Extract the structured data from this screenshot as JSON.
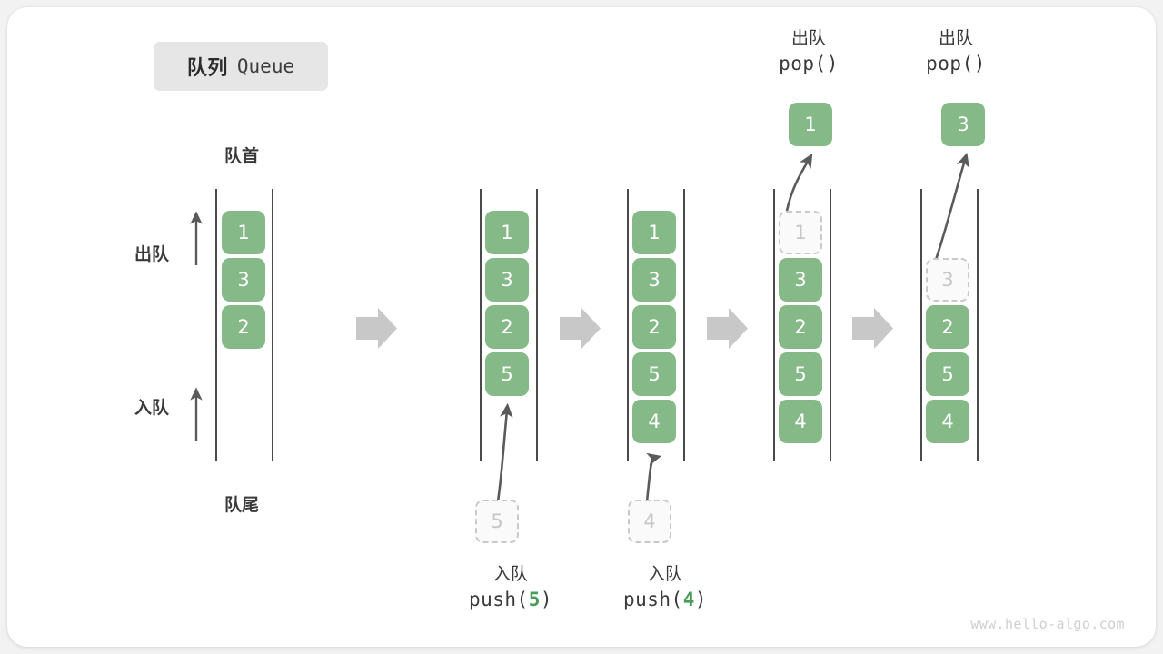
{
  "title": {
    "cn": "队列",
    "en": "Queue"
  },
  "labels": {
    "head": "队首",
    "tail": "队尾",
    "dequeue": "出队",
    "enqueue": "入队"
  },
  "watermark": "www.hello-algo.com",
  "colors": {
    "cell_green": "#85ba88",
    "ghost_border": "#c9c9c9",
    "ghost_text": "#c6c6c6",
    "arrow_gray": "#c8c8c8",
    "rail": "#4a4a4a",
    "text": "#3a3a3a",
    "chip_bg": "#e6e6e6",
    "accent_number": "#4a9d57"
  },
  "operations": {
    "push5": {
      "cn": "入队",
      "code_prefix": "push(",
      "arg": "5",
      "code_suffix": ")"
    },
    "push4": {
      "cn": "入队",
      "code_prefix": "push(",
      "arg": "4",
      "code_suffix": ")"
    },
    "pop1": {
      "cn": "出队",
      "code": "pop()"
    },
    "pop2": {
      "cn": "出队",
      "code": "pop()"
    }
  },
  "stages": [
    {
      "name": "initial",
      "cells": [
        {
          "value": "1",
          "state": "solid"
        },
        {
          "value": "3",
          "state": "solid"
        },
        {
          "value": "2",
          "state": "solid"
        }
      ],
      "incoming": null,
      "outgoing": null
    },
    {
      "name": "after-push-5",
      "cells": [
        {
          "value": "1",
          "state": "solid"
        },
        {
          "value": "3",
          "state": "solid"
        },
        {
          "value": "2",
          "state": "solid"
        },
        {
          "value": "5",
          "state": "solid"
        }
      ],
      "incoming": {
        "value": "5",
        "state": "ghost"
      },
      "outgoing": null
    },
    {
      "name": "after-push-4",
      "cells": [
        {
          "value": "1",
          "state": "solid"
        },
        {
          "value": "3",
          "state": "solid"
        },
        {
          "value": "2",
          "state": "solid"
        },
        {
          "value": "5",
          "state": "solid"
        },
        {
          "value": "4",
          "state": "solid"
        }
      ],
      "incoming": {
        "value": "4",
        "state": "ghost"
      },
      "outgoing": null
    },
    {
      "name": "after-pop-1",
      "cells": [
        {
          "value": "1",
          "state": "ghost"
        },
        {
          "value": "3",
          "state": "solid"
        },
        {
          "value": "2",
          "state": "solid"
        },
        {
          "value": "5",
          "state": "solid"
        },
        {
          "value": "4",
          "state": "solid"
        }
      ],
      "incoming": null,
      "outgoing": {
        "value": "1",
        "state": "solid"
      }
    },
    {
      "name": "after-pop-3",
      "cells": [
        {
          "value": "3",
          "state": "ghost"
        },
        {
          "value": "2",
          "state": "solid"
        },
        {
          "value": "5",
          "state": "solid"
        },
        {
          "value": "4",
          "state": "solid"
        }
      ],
      "incoming": null,
      "outgoing": {
        "value": "3",
        "state": "solid"
      }
    }
  ]
}
